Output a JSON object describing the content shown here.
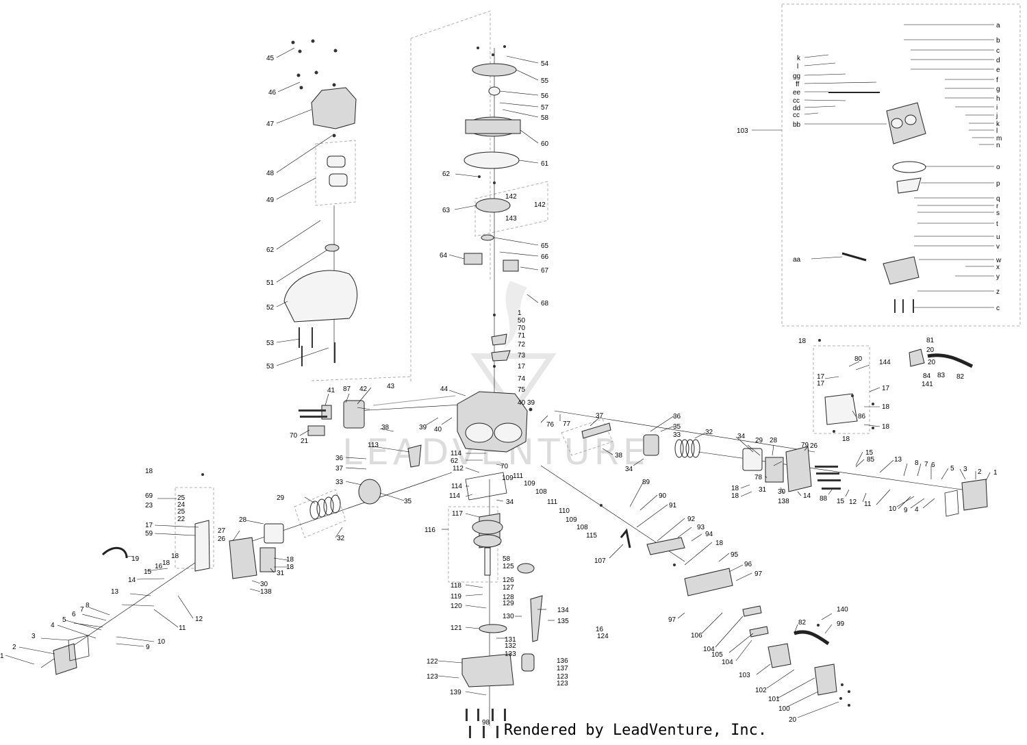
{
  "watermark": "LEADVENTURE",
  "credit": "Rendered by LeadVenture, Inc.",
  "callouts": {
    "topcenter": [
      "54",
      "55",
      "56",
      "57",
      "58",
      "60",
      "61",
      "62",
      "63",
      "142",
      "142",
      "143",
      "65",
      "66",
      "64",
      "67",
      "68",
      "1",
      "50",
      "70",
      "71",
      "72",
      "73",
      "17",
      "74",
      "75",
      "40",
      "39"
    ],
    "topleft": [
      "45",
      "46",
      "47",
      "48",
      "49",
      "62",
      "51",
      "52",
      "53",
      "53"
    ],
    "middle": [
      "41",
      "87",
      "42",
      "43",
      "44",
      "70",
      "21",
      "38",
      "39",
      "40",
      "76",
      "77",
      "37",
      "38",
      "34",
      "36",
      "35",
      "33",
      "32",
      "34",
      "36",
      "37",
      "113",
      "114",
      "62",
      "112",
      "70",
      "109",
      "111",
      "109",
      "108",
      "111",
      "110",
      "109",
      "108",
      "115",
      "114",
      "114",
      "34",
      "35",
      "33",
      "29",
      "28",
      "32"
    ],
    "crank": [
      "116",
      "117",
      "118",
      "119",
      "120",
      "121",
      "58",
      "125",
      "126",
      "127",
      "128",
      "129",
      "130",
      "134",
      "135",
      "16",
      "124",
      "131",
      "132",
      "133",
      "136",
      "137",
      "123",
      "123",
      "122",
      "123",
      "139",
      "98"
    ],
    "left": [
      "18",
      "69",
      "25",
      "24",
      "25",
      "23",
      "22",
      "17",
      "59",
      "19",
      "18",
      "16",
      "18",
      "15",
      "14",
      "13",
      "12",
      "11",
      "27",
      "26",
      "18",
      "18",
      "31",
      "30",
      "138",
      "8",
      "7",
      "6",
      "5",
      "10",
      "4",
      "9",
      "3",
      "2",
      "1"
    ],
    "right": [
      "29",
      "28",
      "79",
      "26",
      "78",
      "31",
      "18",
      "18",
      "30",
      "138",
      "14",
      "88",
      "15",
      "85",
      "15",
      "13",
      "12",
      "8",
      "7",
      "6",
      "5",
      "3",
      "2",
      "1",
      "11",
      "10",
      "9",
      "4",
      "89",
      "90",
      "91",
      "107",
      "92",
      "93",
      "94",
      "18",
      "95",
      "96",
      "97",
      "97",
      "106",
      "104",
      "105",
      "104",
      "103",
      "102",
      "101",
      "100",
      "20",
      "82",
      "140",
      "99"
    ],
    "fuel": [
      "18",
      "80",
      "144",
      "17",
      "17",
      "17",
      "81",
      "20",
      "20",
      "84",
      "83",
      "82",
      "141",
      "86",
      "18",
      "18",
      "18"
    ],
    "carb_main": "103",
    "carb": [
      "a",
      "b",
      "c",
      "d",
      "e",
      "f",
      "g",
      "h",
      "i",
      "j",
      "k",
      "l",
      "m",
      "n",
      "o",
      "p",
      "q",
      "r",
      "s",
      "t",
      "u",
      "v",
      "w",
      "x",
      "y",
      "z",
      "c",
      "k",
      "l",
      "gg",
      "ff",
      "ee",
      "cc",
      "dd",
      "cc",
      "bb",
      "aa"
    ]
  }
}
